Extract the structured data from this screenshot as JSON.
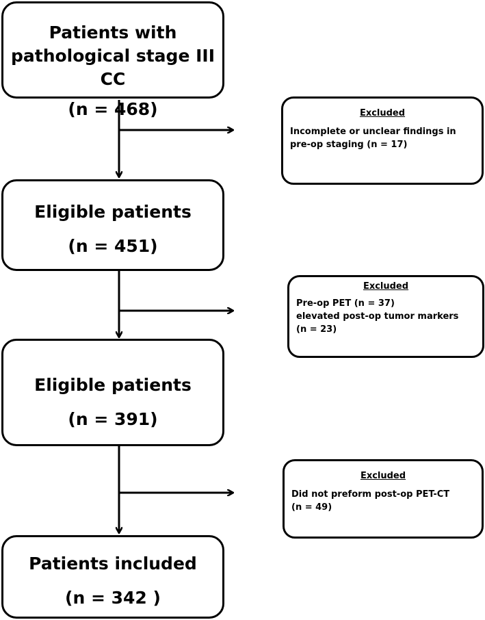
{
  "boxes": [
    {
      "lines": [
        "Patients with",
        "pathological stage III CC"
      ],
      "count": "(n = 468)"
    },
    {
      "lines": [
        "Eligible patients"
      ],
      "count": "(n = 451)"
    },
    {
      "lines": [
        "Eligible patients"
      ],
      "count": "(n = 391)"
    },
    {
      "lines": [
        "Patients included"
      ],
      "count": "(n = 342 )"
    }
  ],
  "exclusions": [
    {
      "title": "Excluded",
      "lines": [
        "Incomplete or unclear findings in",
        "pre-op staging (n = 17)"
      ]
    },
    {
      "title": "Excluded",
      "lines": [
        "Pre-op PET (n = 37)",
        "elevated post-op tumor markers",
        "(n = 23)"
      ]
    },
    {
      "title": "Excluded",
      "lines": [
        "Did not preform post-op PET-CT",
        "(n = 49)"
      ]
    }
  ]
}
